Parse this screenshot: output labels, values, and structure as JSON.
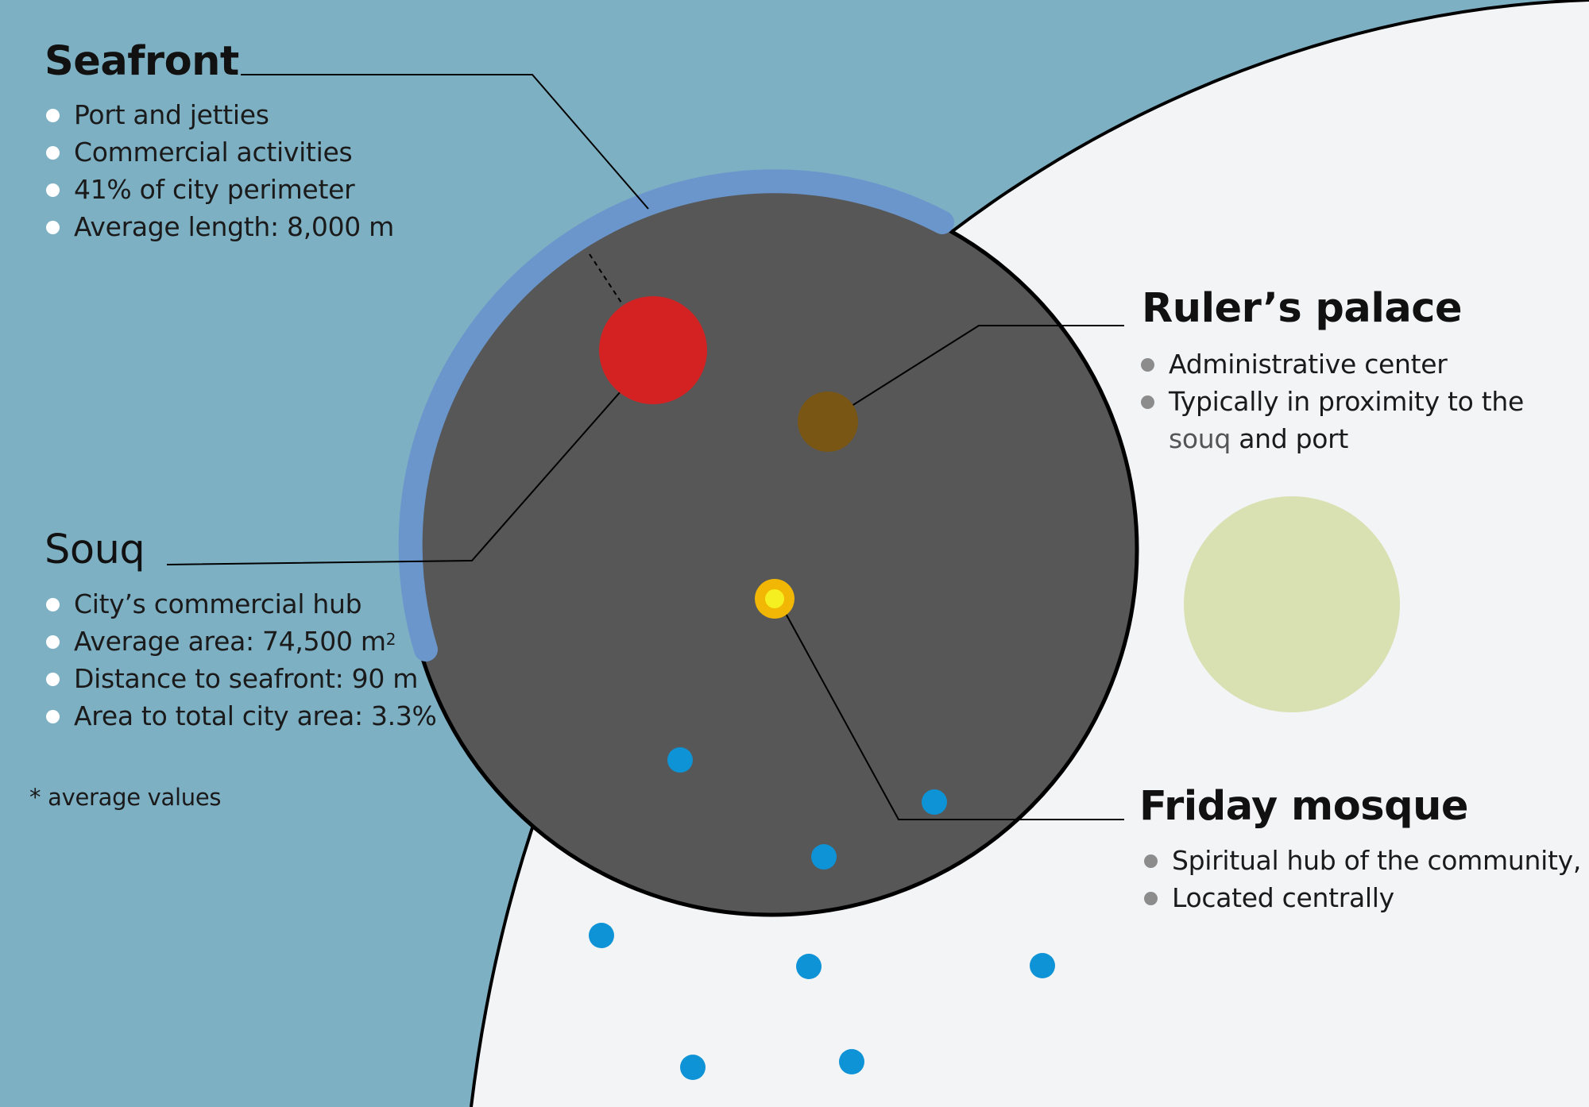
{
  "colors": {
    "sea": "#7eb0c4",
    "land": "#f3f4f6",
    "city": "#575757",
    "seafront_arc": "#6b96cc",
    "souq": "#d42222",
    "palace": "#7a5614",
    "mosque_outer": "#f2b705",
    "mosque_inner": "#f5ee20",
    "minor_mosques": "#0e93d6",
    "green_space": "#d9e0b2"
  },
  "icons": {
    "bullet": "bullet-dot-icon"
  },
  "seafront": {
    "title": "Seafront",
    "items": [
      "Port and jetties",
      "Commercial activities",
      "41% of city perimeter",
      "Average length: 8,000 m"
    ]
  },
  "souq": {
    "title": "Souq",
    "items": [
      {
        "text": "City’s commercial hub"
      },
      {
        "text": "Average area: 74,500 m",
        "sup": "2"
      },
      {
        "text": "Distance to seafront: 90 m"
      },
      {
        "text": "Area to total city area: 3.3%"
      }
    ]
  },
  "palace": {
    "title": "Ruler’s palace",
    "items": [
      {
        "text": "Administrative center"
      },
      {
        "text": "Typically in proximity to the",
        "line2_muted": "souq",
        "line2_rest": " and port"
      }
    ]
  },
  "mosque": {
    "title": "Friday mosque",
    "items": [
      "Spiritual hub of the community,",
      "Located centrally"
    ]
  },
  "footnote": "* average values"
}
